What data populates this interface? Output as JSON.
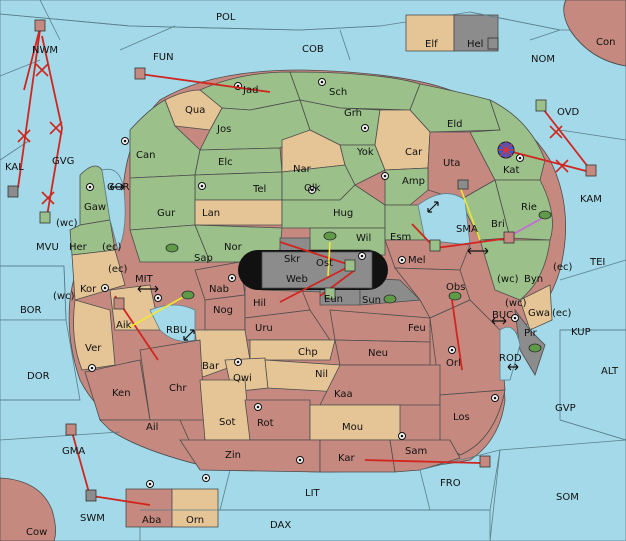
{
  "map": {
    "colors": {
      "sea": "#a3d9e8",
      "green_power": "#9bc08a",
      "tan_power": "#e5c596",
      "rose_power": "#c5897f",
      "gray_power": "#8c8c8c",
      "move_order": "#d0261f",
      "support_order": "#f0e635",
      "convoy_order": "#c36ad6"
    },
    "labels": {
      "pol": "POL",
      "fun": "FUN",
      "cob": "COB",
      "nom": "NOM",
      "con": "Con",
      "elf": "Elf",
      "hel": "Hel",
      "nwm": "NWM",
      "ovd": "OVD",
      "kal": "KAL",
      "gvg": "GVG",
      "kam": "KAM",
      "gor": "GOR",
      "mvu": "MVU",
      "wc1": "(wc)",
      "sma": "SMA",
      "tei": "TEI",
      "mit": "MIT",
      "bor": "BOR",
      "rbu": "RBU",
      "buc": "BUC",
      "kup": "KUP",
      "rod": "ROD",
      "dor": "DOR",
      "alt": "ALT",
      "gvp": "GVP",
      "fro": "FRO",
      "gma": "GMA",
      "lit": "LIT",
      "som": "SOM",
      "swm": "SWM",
      "dax": "DAX",
      "cow": "Cow",
      "aba": "Aba",
      "orn": "Orn",
      "jad": "Jad",
      "sch": "Sch",
      "qua": "Qua",
      "jos": "Jos",
      "grh": "Grh",
      "eld": "Eld",
      "can": "Can",
      "elc": "Elc",
      "nar": "Nar",
      "yok": "Yok",
      "car": "Car",
      "uta": "Uta",
      "kat": "Kat",
      "tel": "Tel",
      "olk": "Olk",
      "amp": "Amp",
      "gaw": "Gaw",
      "gur": "Gur",
      "lan": "Lan",
      "hug": "Hug",
      "rie": "Rie",
      "bri": "Bri",
      "her": "Her",
      "ec1": "(ec)",
      "sap": "Sap",
      "nor": "Nor",
      "skr": "Skr",
      "wil": "Wil",
      "esm": "Esm",
      "ost": "Ost",
      "mel": "Mel",
      "ec2": "(ec)",
      "wc2": "(wc)",
      "byn": "Byn",
      "ec3": "(ec)",
      "kor": "Kor",
      "nab": "Nab",
      "web": "Web",
      "obs": "Obs",
      "wc3": "(wc)",
      "hil": "Hil",
      "eun": "Eun",
      "sun": "Sun",
      "wc4": "(wc)",
      "gwa": "Gwa",
      "ec4": "(ec)",
      "aik": "Aik",
      "nog": "Nog",
      "uru": "Uru",
      "feu": "Feu",
      "pir": "Pir",
      "ver": "Ver",
      "chp": "Chp",
      "neu": "Neu",
      "orl": "Orl",
      "bar": "Bar",
      "qwi": "Qwi",
      "nil": "Nil",
      "chr": "Chr",
      "ken": "Ken",
      "kaa": "Kaa",
      "sot": "Sot",
      "rot": "Rot",
      "mou": "Mou",
      "los": "Los",
      "ail": "Ail",
      "zin": "Zin",
      "kar": "Kar",
      "sam": "Sam"
    }
  }
}
